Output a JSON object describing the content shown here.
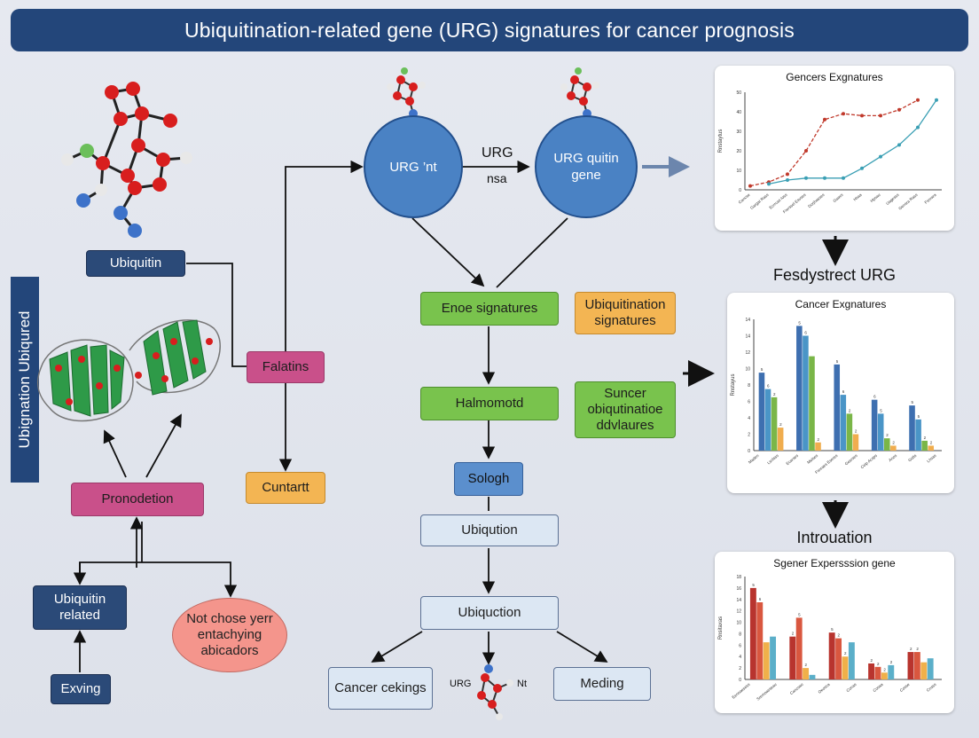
{
  "header": {
    "title": "Ubiquitination-related gene (URG) signatures for cancer prognosis"
  },
  "sidebar": {
    "label": "Ubignation Ubiqured"
  },
  "left": {
    "ubiquitin": "Ubiquitin",
    "falatins": "Falatins",
    "cuntartt": "Cuntartt",
    "pronodetion": "Pronodetion",
    "ubiquitin_related": "Ubiquitin related",
    "exving": "Exving",
    "not_chose": "Not chose yerr entachying abicadors"
  },
  "center": {
    "circle_left": "URG ’nt",
    "circle_right": "URG quitin gene",
    "urg_label": "URG",
    "nsa_label": "nsa",
    "enoe": "Enoe signatures",
    "ubiq_signatures": "Ubiquitination signatures",
    "halmomotd": "Halmomotd",
    "suncer": "Suncer obiqutinatioe ddvlaures",
    "sologh": "Sologh",
    "ubiquction_1": "Ubiqution",
    "ubiquction_2": "Ubiquction",
    "cancer_cekings": "Cancer cekings",
    "meding": "Meding",
    "mol_left": "URG",
    "mol_right": "Nt"
  },
  "right": {
    "section_1": "Fesdystrect URG",
    "section_2": "Introuation"
  },
  "colors": {
    "header": "#23467a",
    "navy": "#2b4a78",
    "pink": "#c9508a",
    "orange": "#f3b553",
    "green": "#79c34d",
    "lightblue": "#dce7f3",
    "circle": "#4a82c4",
    "salmon": "#f4958c"
  },
  "chart_data": [
    {
      "type": "line",
      "title": "Gencers Exgnatures",
      "ylabel": "Rnstaytus",
      "categories": [
        "Cancse",
        "Gargat Rass",
        "Ecrrcas Ioss",
        "Frerssel Esvses",
        "Dorjhasses",
        "Gaavs",
        "Hsaa",
        "Hpsau",
        "Uagesss",
        "Gensra Rass",
        "Fsnrara"
      ],
      "yticks": [
        "0",
        "10",
        "20",
        "30",
        "40",
        "50"
      ],
      "ylim": [
        0,
        50
      ],
      "series": [
        {
          "color": "#c0392b",
          "dashed": true,
          "values": [
            2,
            4,
            8,
            20,
            36,
            39,
            38,
            38,
            41,
            46,
            null
          ]
        },
        {
          "color": "#3a9fb4",
          "dashed": false,
          "values": [
            null,
            3,
            5,
            6,
            6,
            6,
            11,
            17,
            23,
            32,
            46
          ]
        }
      ]
    },
    {
      "type": "bar",
      "title": "Cancer Exgnatures",
      "ylabel": "Rnstayus",
      "categories": [
        "Maden",
        "Lsnlsss",
        "Ecarses",
        "Melses",
        "Fsnraes Eseres",
        "Gesrses",
        "Ceip Acsps",
        "Anos",
        "Gotis",
        "Lhsas"
      ],
      "yticks": [
        "0",
        "2",
        "4",
        "6",
        "8",
        "10",
        "12",
        "14",
        "14"
      ],
      "ylim": [
        0,
        16
      ],
      "groups": [
        {
          "values": [
            9.5,
            7.5,
            6.5,
            2.8
          ],
          "labels": [
            "5",
            "6",
            "2",
            "2"
          ]
        },
        {
          "values": [
            15.2,
            14,
            11.5,
            1
          ],
          "labels": [
            "5",
            "6",
            "",
            "2"
          ]
        },
        {
          "values": [
            10.5,
            6.8,
            4.5,
            2
          ],
          "labels": [
            "5",
            "6",
            "2",
            "2"
          ]
        },
        {
          "values": [
            6.2,
            4.5,
            1.5,
            0.6
          ],
          "labels": [
            "6",
            "5",
            "2",
            "2"
          ]
        },
        {
          "values": [
            5.5,
            3.8,
            1.2,
            0.6
          ],
          "labels": [
            "5",
            "5",
            "2",
            "2"
          ]
        }
      ],
      "series_colors": [
        "#3e6fb0",
        "#4a95c7",
        "#7ab648",
        "#f0ad4e"
      ]
    },
    {
      "type": "bar",
      "title": "Sgener Expersssion gene",
      "ylabel": "Rnsitaxas",
      "categories": [
        "Eenoaesess",
        "Sremoasseau",
        "Cancsao",
        "Oeosca",
        "Conas",
        "Cosaa",
        "Cosse",
        "Cnsss"
      ],
      "yticks": [
        "0",
        "2",
        "4",
        "6",
        "8",
        "10",
        "12",
        "14",
        "16",
        "18"
      ],
      "ylim": [
        0,
        18
      ],
      "groups": [
        {
          "values": [
            16,
            13.5,
            6.5,
            7.5
          ],
          "labels": [
            "5",
            "6",
            "",
            ""
          ]
        },
        {
          "values": [
            7.5,
            10.8,
            2,
            0.8
          ],
          "labels": [
            "2",
            "5",
            "2",
            ""
          ]
        },
        {
          "values": [
            8.2,
            7.2,
            4,
            6.5
          ],
          "labels": [
            "5",
            "2",
            "2",
            ""
          ]
        },
        {
          "values": [
            2.8,
            2.2,
            1.2,
            2.5
          ],
          "labels": [
            "2",
            "2",
            "2",
            "2"
          ]
        },
        {
          "values": [
            4.8,
            4.8,
            3,
            3.7
          ],
          "labels": [
            "2",
            "2",
            "",
            ""
          ]
        }
      ],
      "series_colors": [
        "#b8342e",
        "#d9573f",
        "#f0b04a",
        "#5bafc9"
      ]
    }
  ]
}
